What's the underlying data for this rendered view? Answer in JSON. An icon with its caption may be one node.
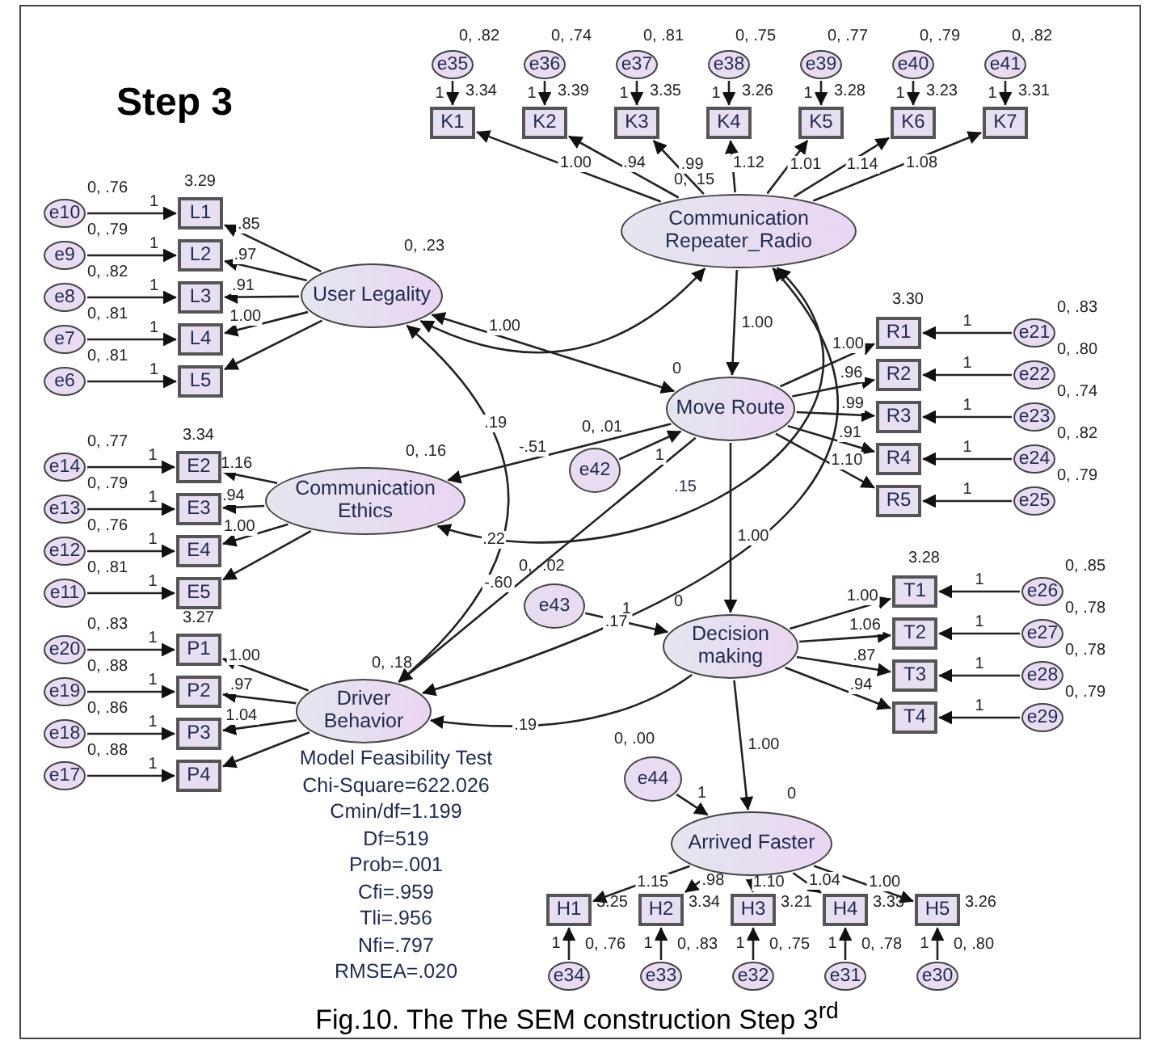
{
  "diagram": {
    "title": "Step 3",
    "caption": "Fig.10.  The The SEM construction Step 3$^{rd}$",
    "nodes": [
      {
        "text": [
          "User Legality"
        ],
        "beside": [
          "0, .23"
        ]
      },
      {
        "text": [
          "Communication Ethics"
        ],
        "beside": [
          "0, .16"
        ]
      },
      {
        "text": [
          "Driver Behavior"
        ],
        "beside": [
          "0, .18"
        ]
      },
      {
        "text": [
          "Communication Repeater_Radio"
        ],
        "beside": [
          "0, .15"
        ]
      },
      {
        "text": [
          "Move Route"
        ],
        "beside": [
          "0"
        ]
      },
      {
        "text": [
          "Decision making"
        ],
        "beside": [
          "0"
        ]
      },
      {
        "text": [
          "Arrived Faster"
        ],
        "beside": [
          "0"
        ]
      },
      {
        "text": [
          "e42"
        ],
        "beside": [
          "0, .01"
        ]
      },
      {
        "text": [
          "e43"
        ],
        "beside": [
          "0, -.02"
        ]
      },
      {
        "text": [
          "e44"
        ],
        "beside": [
          "0, .00"
        ]
      },
      {
        "text": [
          "K1"
        ],
        "beside": [
          "3.34"
        ]
      },
      {
        "text": [
          "K2"
        ],
        "beside": [
          "3.39"
        ]
      },
      {
        "text": [
          "K3"
        ],
        "beside": [
          "3.35"
        ]
      },
      {
        "text": [
          "K4"
        ],
        "beside": [
          "3.26"
        ]
      },
      {
        "text": [
          "K5"
        ],
        "beside": [
          "3.28"
        ]
      },
      {
        "text": [
          "K6"
        ],
        "beside": [
          "3.23"
        ]
      },
      {
        "text": [
          "K7"
        ],
        "beside": [
          "3.31"
        ]
      },
      {
        "text": [
          "e35"
        ],
        "beside": [
          "0, .82"
        ]
      },
      {
        "text": [
          "e36"
        ],
        "beside": [
          "0, .74"
        ]
      },
      {
        "text": [
          "e37"
        ],
        "beside": [
          "0, .81"
        ]
      },
      {
        "text": [
          "e38"
        ],
        "beside": [
          "0, .75"
        ]
      },
      {
        "text": [
          "e39"
        ],
        "beside": [
          "0, .77"
        ]
      },
      {
        "text": [
          "e40"
        ],
        "beside": [
          "0, .79"
        ]
      },
      {
        "text": [
          "e41"
        ],
        "beside": [
          "0, .82"
        ]
      },
      {
        "text": [
          "L1"
        ],
        "beside": [
          "3.29"
        ]
      },
      {
        "text": [
          "L2"
        ]
      },
      {
        "text": [
          "L3"
        ]
      },
      {
        "text": [
          "L4"
        ]
      },
      {
        "text": [
          "L5"
        ]
      },
      {
        "text": [
          "e10"
        ],
        "beside": [
          "0, .76"
        ]
      },
      {
        "text": [
          "e9"
        ],
        "beside": [
          "0, .79"
        ]
      },
      {
        "text": [
          "e8"
        ],
        "beside": [
          "0, .82"
        ]
      },
      {
        "text": [
          "e7"
        ],
        "beside": [
          "0, .81"
        ]
      },
      {
        "text": [
          "e6"
        ],
        "beside": [
          "0, .81"
        ]
      },
      {
        "text": [
          "E2"
        ],
        "beside": [
          "3.34"
        ]
      },
      {
        "text": [
          "E3"
        ]
      },
      {
        "text": [
          "E4"
        ]
      },
      {
        "text": [
          "E5"
        ]
      },
      {
        "text": [
          "e14"
        ],
        "beside": [
          "0, .77"
        ]
      },
      {
        "text": [
          "e13"
        ],
        "beside": [
          "0, .79"
        ]
      },
      {
        "text": [
          "e12"
        ],
        "beside": [
          "0, .76"
        ]
      },
      {
        "text": [
          "e11"
        ],
        "beside": [
          "0, .81"
        ]
      },
      {
        "text": [
          "P1"
        ],
        "beside": [
          "3.27"
        ]
      },
      {
        "text": [
          "P2"
        ]
      },
      {
        "text": [
          "P3"
        ]
      },
      {
        "text": [
          "P4"
        ]
      },
      {
        "text": [
          "e20"
        ],
        "beside": [
          "0, .83"
        ]
      },
      {
        "text": [
          "e19"
        ],
        "beside": [
          "0, .88"
        ]
      },
      {
        "text": [
          "e18"
        ],
        "beside": [
          "0, .86"
        ]
      },
      {
        "text": [
          "e17"
        ],
        "beside": [
          "0, .88"
        ]
      },
      {
        "text": [
          "R1"
        ],
        "beside": [
          "3.30"
        ]
      },
      {
        "text": [
          "R2"
        ]
      },
      {
        "text": [
          "R3"
        ]
      },
      {
        "text": [
          "R4"
        ]
      },
      {
        "text": [
          "R5"
        ]
      },
      {
        "text": [
          "e21"
        ],
        "beside": [
          "0, .83"
        ]
      },
      {
        "text": [
          "e22"
        ],
        "beside": [
          "0, .80"
        ]
      },
      {
        "text": [
          "e23"
        ],
        "beside": [
          "0, .74"
        ]
      },
      {
        "text": [
          "e24"
        ],
        "beside": [
          "0, .82"
        ]
      },
      {
        "text": [
          "e25"
        ],
        "beside": [
          "0, .79"
        ]
      },
      {
        "text": [
          "T1"
        ],
        "beside": [
          "3.28"
        ]
      },
      {
        "text": [
          "T2"
        ]
      },
      {
        "text": [
          "T3"
        ]
      },
      {
        "text": [
          "T4"
        ]
      },
      {
        "text": [
          "e26"
        ],
        "beside": [
          "0, .85"
        ]
      },
      {
        "text": [
          "e27"
        ],
        "beside": [
          "0, .78"
        ]
      },
      {
        "text": [
          "e28"
        ],
        "beside": [
          "0, .78"
        ]
      },
      {
        "text": [
          "e29"
        ],
        "beside": [
          "0, .79"
        ]
      },
      {
        "text": [
          "H1"
        ],
        "beside": [
          "3.25"
        ]
      },
      {
        "text": [
          "H2"
        ],
        "beside": [
          "3.34"
        ]
      },
      {
        "text": [
          "H3"
        ],
        "beside": [
          "3.21"
        ]
      },
      {
        "text": [
          "H4"
        ],
        "beside": [
          "3.33"
        ]
      },
      {
        "text": [
          "H5"
        ],
        "beside": [
          "3.26"
        ]
      },
      {
        "text": [
          "e34"
        ],
        "beside": [
          "0, .76"
        ]
      },
      {
        "text": [
          "e33"
        ],
        "beside": [
          "0, .83"
        ]
      },
      {
        "text": [
          "e32"
        ],
        "beside": [
          "0, .75"
        ]
      },
      {
        "text": [
          "e31"
        ],
        "beside": [
          "0, .78"
        ]
      },
      {
        "text": [
          "e30"
        ],
        "beside": [
          "0, .80"
        ]
      }
    ],
    "edges": [
      {
        "from": 3,
        "to": 10,
        "arrow": "to",
        "label": "1.00"
      },
      {
        "from": 3,
        "to": 11,
        "arrow": "to",
        "label": ".94"
      },
      {
        "from": 3,
        "to": 12,
        "arrow": "to",
        "label": ".99"
      },
      {
        "from": 3,
        "to": 13,
        "arrow": "to",
        "label": "1.12"
      },
      {
        "from": 3,
        "to": 14,
        "arrow": "to",
        "label": "1.01"
      },
      {
        "from": 3,
        "to": 15,
        "arrow": "to",
        "label": "1.14"
      },
      {
        "from": 3,
        "to": 16,
        "arrow": "to",
        "label": "1.08"
      },
      {
        "from": 17,
        "to": 10,
        "arrow": "to",
        "label": "1"
      },
      {
        "from": 18,
        "to": 11,
        "arrow": "to",
        "label": "1"
      },
      {
        "from": 19,
        "to": 12,
        "arrow": "to",
        "label": "1"
      },
      {
        "from": 20,
        "to": 13,
        "arrow": "to",
        "label": "1"
      },
      {
        "from": 21,
        "to": 14,
        "arrow": "to",
        "label": "1"
      },
      {
        "from": 22,
        "to": 15,
        "arrow": "to",
        "label": "1"
      },
      {
        "from": 23,
        "to": 16,
        "arrow": "to",
        "label": "1"
      },
      {
        "from": 0,
        "to": 24,
        "arrow": "to",
        "label": ".85"
      },
      {
        "from": 0,
        "to": 25,
        "arrow": "to",
        "label": ".97"
      },
      {
        "from": 0,
        "to": 26,
        "arrow": "to",
        "label": ".91"
      },
      {
        "from": 0,
        "to": 27,
        "arrow": "to",
        "label": "1.00"
      },
      {
        "from": 0,
        "to": 28,
        "arrow": "to"
      },
      {
        "from": 29,
        "to": 24,
        "arrow": "to",
        "label": "1"
      },
      {
        "from": 30,
        "to": 25,
        "arrow": "to",
        "label": "1"
      },
      {
        "from": 31,
        "to": 26,
        "arrow": "to",
        "label": "1"
      },
      {
        "from": 32,
        "to": 27,
        "arrow": "to",
        "label": "1"
      },
      {
        "from": 33,
        "to": 28,
        "arrow": "to",
        "label": "1"
      },
      {
        "from": 1,
        "to": 34,
        "arrow": "to",
        "label": "1.16"
      },
      {
        "from": 1,
        "to": 35,
        "arrow": "to",
        "label": ".94"
      },
      {
        "from": 1,
        "to": 36,
        "arrow": "to",
        "label": "1.00"
      },
      {
        "from": 1,
        "to": 37,
        "arrow": "to"
      },
      {
        "from": 38,
        "to": 34,
        "arrow": "to",
        "label": "1"
      },
      {
        "from": 39,
        "to": 35,
        "arrow": "to",
        "label": "1"
      },
      {
        "from": 40,
        "to": 36,
        "arrow": "to",
        "label": "1"
      },
      {
        "from": 41,
        "to": 37,
        "arrow": "to",
        "label": "1"
      },
      {
        "from": 2,
        "to": 42,
        "arrow": "to",
        "label": "1.00"
      },
      {
        "from": 2,
        "to": 43,
        "arrow": "to",
        "label": ".97"
      },
      {
        "from": 2,
        "to": 44,
        "arrow": "to",
        "label": "1.04"
      },
      {
        "from": 2,
        "to": 45,
        "arrow": "to"
      },
      {
        "from": 46,
        "to": 42,
        "arrow": "to",
        "label": "1"
      },
      {
        "from": 47,
        "to": 43,
        "arrow": "to",
        "label": "1"
      },
      {
        "from": 48,
        "to": 44,
        "arrow": "to",
        "label": "1"
      },
      {
        "from": 49,
        "to": 45,
        "arrow": "to",
        "label": "1"
      },
      {
        "from": 4,
        "to": 50,
        "arrow": "to",
        "label": "1.00"
      },
      {
        "from": 4,
        "to": 51,
        "arrow": "to",
        "label": ".96"
      },
      {
        "from": 4,
        "to": 52,
        "arrow": "to",
        "label": ".99"
      },
      {
        "from": 4,
        "to": 53,
        "arrow": "to",
        "label": ".91"
      },
      {
        "from": 4,
        "to": 54,
        "arrow": "to",
        "label": "1.10"
      },
      {
        "from": 55,
        "to": 50,
        "arrow": "to",
        "label": "1"
      },
      {
        "from": 56,
        "to": 51,
        "arrow": "to",
        "label": "1"
      },
      {
        "from": 57,
        "to": 52,
        "arrow": "to",
        "label": "1"
      },
      {
        "from": 58,
        "to": 53,
        "arrow": "to",
        "label": "1"
      },
      {
        "from": 59,
        "to": 54,
        "arrow": "to",
        "label": "1"
      },
      {
        "from": 5,
        "to": 60,
        "arrow": "to",
        "label": "1.00"
      },
      {
        "from": 5,
        "to": 61,
        "arrow": "to",
        "label": "1.06"
      },
      {
        "from": 5,
        "to": 62,
        "arrow": "to",
        "label": ".87"
      },
      {
        "from": 5,
        "to": 63,
        "arrow": "to",
        "label": ".94"
      },
      {
        "from": 64,
        "to": 60,
        "arrow": "to",
        "label": "1"
      },
      {
        "from": 65,
        "to": 61,
        "arrow": "to",
        "label": "1"
      },
      {
        "from": 66,
        "to": 62,
        "arrow": "to",
        "label": "1"
      },
      {
        "from": 67,
        "to": 63,
        "arrow": "to",
        "label": "1"
      },
      {
        "from": 6,
        "to": 68,
        "arrow": "to",
        "label": "1.15"
      },
      {
        "from": 6,
        "to": 69,
        "arrow": "to",
        "label": ".98"
      },
      {
        "from": 6,
        "to": 70,
        "arrow": "to",
        "label": "1.10"
      },
      {
        "from": 6,
        "to": 71,
        "arrow": "to",
        "label": "1.04"
      },
      {
        "from": 6,
        "to": 72,
        "arrow": "to",
        "label": "1.00"
      },
      {
        "from": 73,
        "to": 68,
        "arrow": "to",
        "label": "1"
      },
      {
        "from": 74,
        "to": 69,
        "arrow": "to",
        "label": "1"
      },
      {
        "from": 75,
        "to": 70,
        "arrow": "to",
        "label": "1"
      },
      {
        "from": 76,
        "to": 71,
        "arrow": "to",
        "label": "1"
      },
      {
        "from": 77,
        "to": 72,
        "arrow": "to",
        "label": "1"
      },
      {
        "from": 3,
        "to": 4,
        "arrow": "to",
        "label": "1.00"
      },
      {
        "from": 4,
        "to": 5,
        "arrow": "to",
        "label": "1.00"
      },
      {
        "from": 5,
        "to": 6,
        "arrow": "to",
        "label": "1.00"
      },
      {
        "from": 7,
        "to": 4,
        "arrow": "to",
        "label": "1"
      },
      {
        "from": 8,
        "to": 5,
        "arrow": "to",
        "label": "1"
      },
      {
        "from": 9,
        "to": 6,
        "arrow": "to",
        "label": "1"
      },
      {
        "from": 0,
        "to": 3,
        "arrow": "both"
      },
      {
        "from": 0,
        "to": 4,
        "arrow": "both",
        "label": "1.00"
      },
      {
        "from": 0,
        "to": 2,
        "arrow": "both",
        "label": ".19"
      },
      {
        "from": 4,
        "to": 1,
        "arrow": "to",
        "label": "-.51"
      },
      {
        "from": 4,
        "to": 2,
        "arrow": "to",
        "label": "-.60"
      },
      {
        "from": 3,
        "to": 1,
        "arrow": "both",
        "label": ".22"
      },
      {
        "from": 5,
        "to": 2,
        "arrow": "to",
        "label": ".19"
      },
      {
        "from": 3,
        "to": 2,
        "arrow": "both",
        "label": ".17"
      }
    ],
    "labels": [
      ".15",
      "Model Feasibility Test",
      "Chi-Square=622.026",
      "Cmin/df=1.199",
      "Df=519",
      "Prob=.001",
      "Cfi=.959",
      "Tli=.956",
      "Nfi=.797",
      "RMSEA=.020"
    ]
  }
}
